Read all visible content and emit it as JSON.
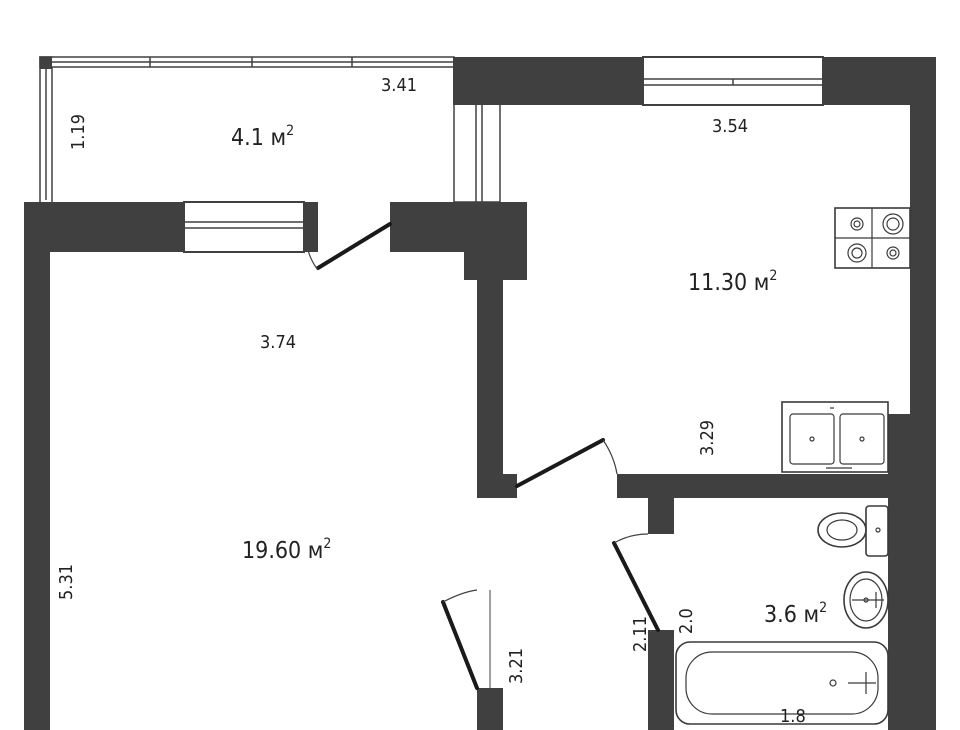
{
  "rooms": {
    "balcony": {
      "area": "4.1 м",
      "area_unit_sup": "2",
      "width": "3.41",
      "depth": "1.19"
    },
    "kitchen": {
      "area": "11.30 м",
      "area_unit_sup": "2",
      "width": "3.54",
      "depth": "3.29"
    },
    "living": {
      "area": "19.60 м",
      "area_unit_sup": "2",
      "width": "3.74",
      "depth": "5.31"
    },
    "hallway": {
      "length": "3.21"
    },
    "bathroom": {
      "area": "3.6 м",
      "area_unit_sup": "2",
      "width": "1.8",
      "depth": "2.0",
      "door_side": "2.11"
    }
  },
  "colors": {
    "wall": "#404040",
    "background": "#ffffff"
  },
  "icons": [
    "stove-icon",
    "sink-icon",
    "toilet-icon",
    "washbasin-icon",
    "bathtub-icon"
  ]
}
